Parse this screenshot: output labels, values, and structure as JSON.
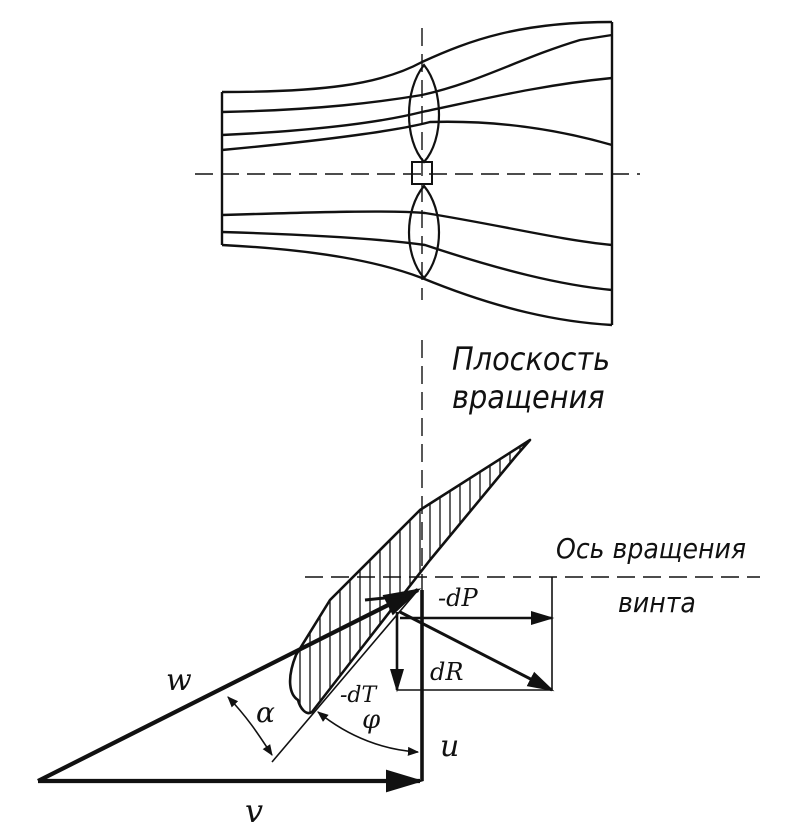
{
  "labels": {
    "rotation_plane": [
      "Плоскость",
      "вращения"
    ],
    "rotation_axis": [
      "Ось вращения",
      "винта"
    ],
    "w": "w",
    "alpha": "α",
    "phi": "φ",
    "u": "u",
    "v": "v",
    "dP": "-dP",
    "dR": "dR",
    "dT": "-dT"
  },
  "colors": {
    "ink": "#111111",
    "background": "#ffffff"
  }
}
